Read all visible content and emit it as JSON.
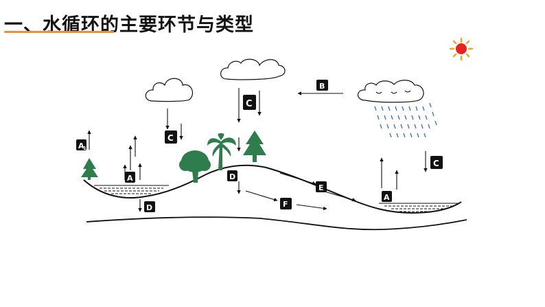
{
  "title": "一、水循环的主要环节与类型",
  "colors": {
    "title_underline": "#e8913a",
    "sun_core": "#e8231d",
    "sun_rays": "#f2a51d",
    "tree": "#2f7d4d",
    "rain": "#3c6fa8",
    "label_bg": "#111111",
    "label_text": "#ffffff"
  },
  "labels": {
    "a1": "A",
    "a1_sub": "1",
    "a_pond": "A",
    "a_sea": "A",
    "b": "B",
    "c_left": "C",
    "c_mid": "C",
    "c_right": "C",
    "d_pond": "D",
    "d_hill": "D",
    "e": "E",
    "f": "F"
  },
  "icons": [
    "sun-icon",
    "cloud-icon",
    "rain-cloud-icon",
    "tree-icon",
    "palm-tree-icon",
    "broadleaf-tree-icon"
  ]
}
